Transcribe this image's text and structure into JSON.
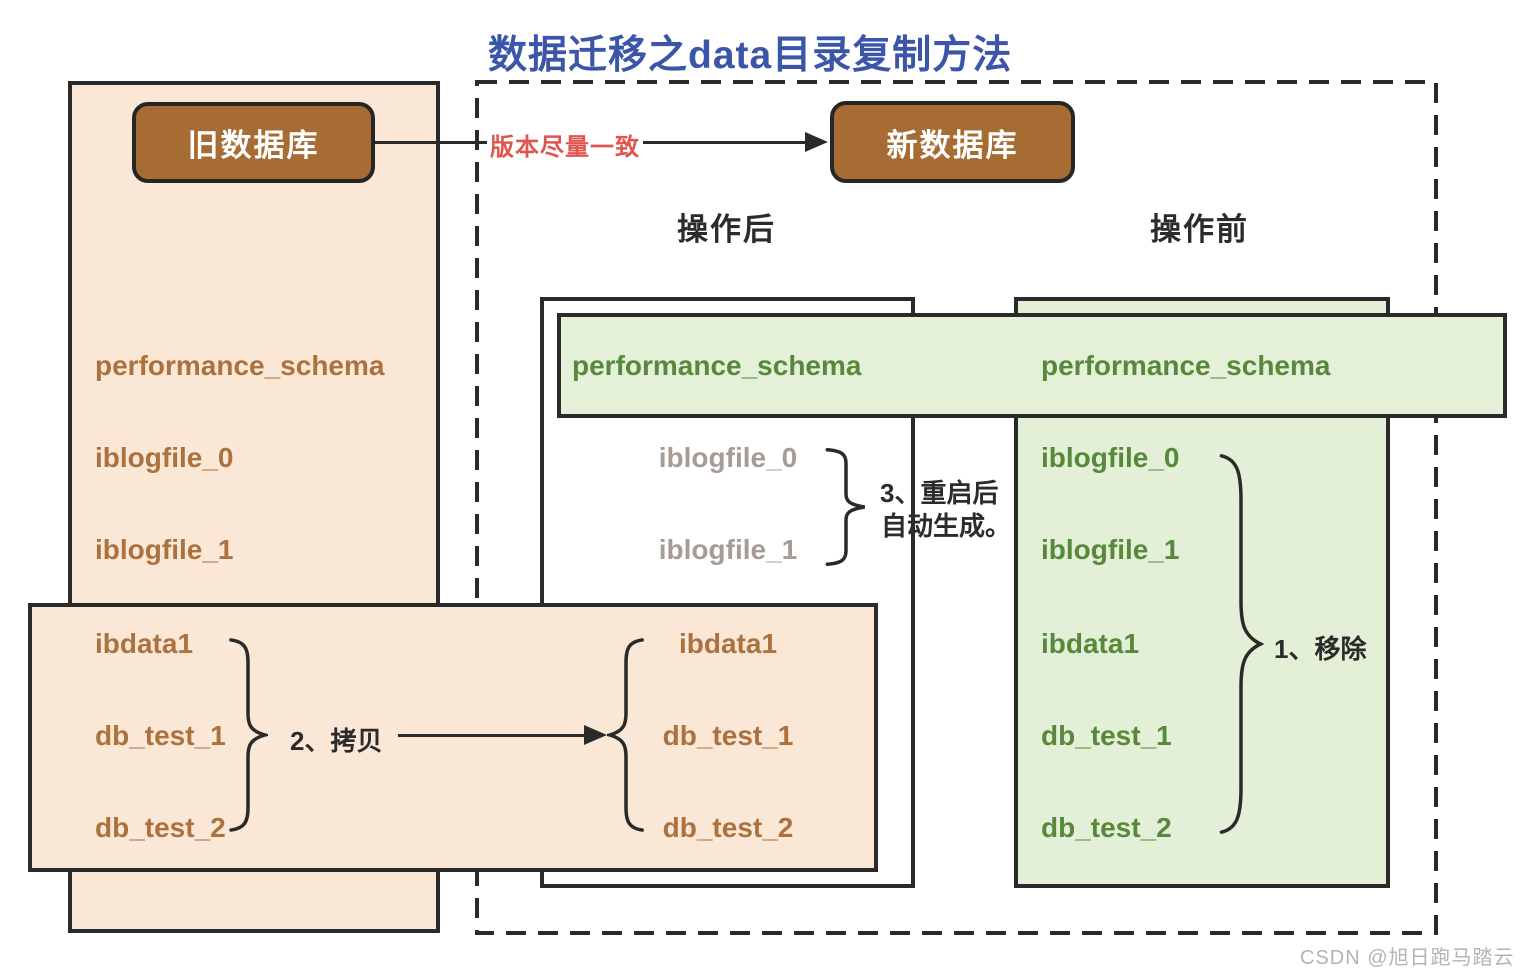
{
  "title": "数据迁移之data目录复制方法",
  "old_db": {
    "button_label": "旧数据库",
    "files": [
      "performance_schema",
      "iblogfile_0",
      "iblogfile_1"
    ],
    "data_files": [
      "ibdata1",
      "db_test_1",
      "db_test_2"
    ]
  },
  "new_db": {
    "button_label": "新数据库"
  },
  "version_note": "版本尽量一致",
  "copy_note": "2、拷贝",
  "after_panel": {
    "header": "操作后",
    "schema_row": "performance_schema",
    "regen_files": [
      "iblogfile_0",
      "iblogfile_1"
    ],
    "regen_note_line1": "3、重启后",
    "regen_note_line2": "自动生成。",
    "copied_files": [
      "ibdata1",
      "db_test_1",
      "db_test_2"
    ]
  },
  "before_panel": {
    "header": "操作前",
    "schema_row": "performance_schema",
    "files": [
      "iblogfile_0",
      "iblogfile_1",
      "ibdata1",
      "db_test_1",
      "db_test_2"
    ],
    "remove_note": "1、移除"
  },
  "watermark": "CSDN @旭日跑马踏云飞",
  "colors": {
    "title_blue": "#3b56a9",
    "box_peach": "#fae7d5",
    "db_brown": "#a76c33",
    "text_brown": "#ab7240",
    "text_gray": "#a89b94",
    "box_green": "#e3efd6",
    "band_green": "#e5f0d8",
    "text_green": "#57893c",
    "note_red": "#e0564f",
    "line_dark": "#2a2a2a",
    "watermark_gray": "#b3b3b3"
  }
}
